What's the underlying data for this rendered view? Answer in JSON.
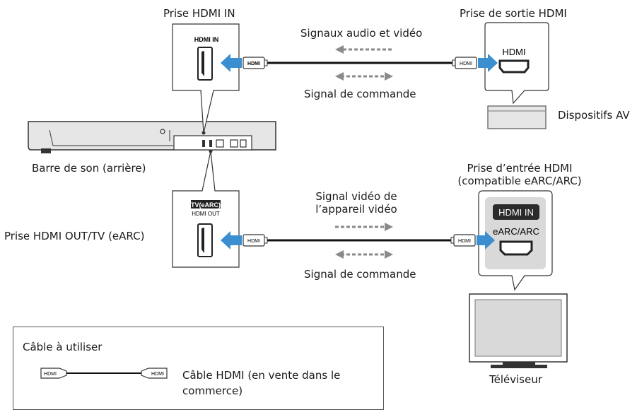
{
  "labels": {
    "prise_hdmi_in": "Prise HDMI IN",
    "prise_sortie_hdmi": "Prise de sortie HDMI",
    "signaux_audio_video": "Signaux audio et vidéo",
    "signal_commande_top": "Signal de commande",
    "dispositifs_av": "Dispositifs AV",
    "barre_de_son": "Barre de son (arrière)",
    "prise_entree_hdmi_line1": "Prise d’entrée HDMI",
    "prise_entree_hdmi_line2": "(compatible eARC/ARC)",
    "signal_video_line1": "Signal vidéo de",
    "signal_video_line2": "l’appareil vidéo",
    "prise_hdmi_out": "Prise HDMI OUT/TV (eARC)",
    "signal_commande_bottom": "Signal de commande",
    "televiseur": "Téléviseur"
  },
  "jacks": {
    "hdmi_in_panel": "HDMI IN",
    "hdmi_out_badge": "TV(eARC)",
    "hdmi_out_panel": "HDMI OUT",
    "av_device_jack": "HDMI",
    "tv_badge": "HDMI IN",
    "tv_jack_label": "eARC/ARC",
    "plug_text": "HDMI"
  },
  "legend": {
    "title": "Câble à utiliser",
    "cable_desc_line1": "Câble HDMI (en vente dans le",
    "cable_desc_line2": "commerce)"
  },
  "colors": {
    "arrow_blue": "#3b8fd0",
    "dashed_gray": "#8a8a8a",
    "panel_border": "#333333",
    "soundbar_fill": "#e6e6e6",
    "tv_jack_fill": "#d9d9d9"
  }
}
